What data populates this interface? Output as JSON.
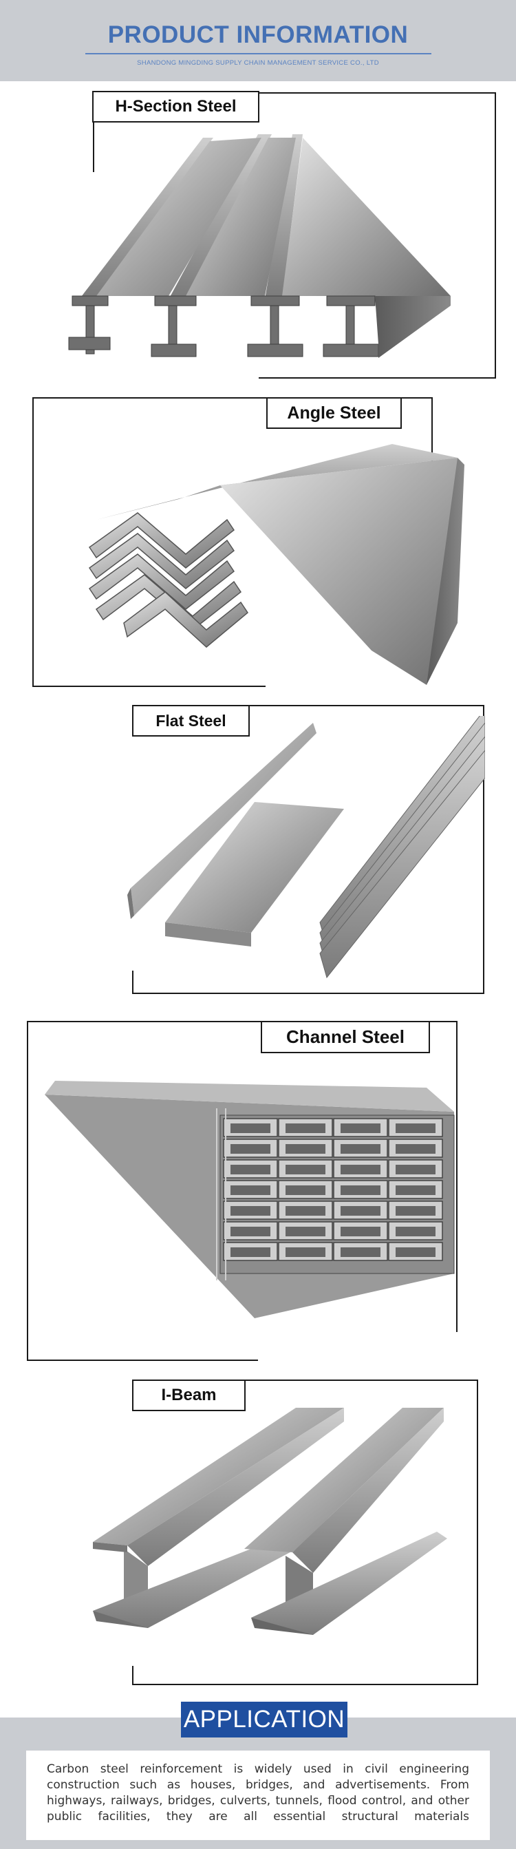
{
  "header": {
    "title": "PRODUCT INFORMATION",
    "subtitle": "SHANDONG MINGDING SUPPLY CHAIN MANAGEMENT SERVICE CO., LTD"
  },
  "products": [
    {
      "label": "H-Section Steel"
    },
    {
      "label": "Angle Steel"
    },
    {
      "label": "Flat Steel"
    },
    {
      "label": "Channel Steel"
    },
    {
      "label": "I-Beam"
    }
  ],
  "application": {
    "title": "APPLICATION",
    "text": "Carbon steel reinforcement is widely used in civil engineering construction such as houses, bridges, and advertisements. From highways, railways, bridges, culverts, tunnels, flood control, and other public facilities, they are all essential structural materials"
  },
  "colors": {
    "header_band": "#c9ccd1",
    "accent_blue": "#4470b4",
    "application_title_bg": "#1f4fa0"
  }
}
